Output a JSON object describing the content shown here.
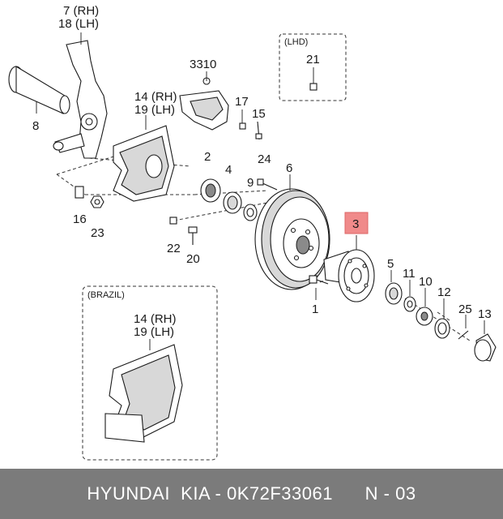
{
  "labels": {
    "p7_rh": "7 (RH)",
    "p18_lh": "18 (LH)",
    "p8": "8",
    "p3310": "3310",
    "p14_rh": "14 (RH)",
    "p19_lh": "19 (LH)",
    "p17": "17",
    "p15": "15",
    "lhd_title": "(LHD)",
    "p21": "21",
    "p2": "2",
    "p24": "24",
    "p4": "4",
    "p9": "9",
    "p6": "6",
    "p16": "16",
    "p23": "23",
    "p22": "22",
    "p20": "20",
    "p3": "3",
    "p5": "5",
    "p11": "11",
    "p10": "10",
    "p12": "12",
    "p1": "1",
    "p25": "25",
    "p13": "13",
    "brazil_title": "(BRAZIL)",
    "brazil_14_rh": "14 (RH)",
    "brazil_19_lh": "19 (LH)"
  },
  "highlight_color": "#f08a8a",
  "footer": {
    "brand": "HYUNDAI  KIA - 0K72F33061",
    "page": "N - 03"
  }
}
